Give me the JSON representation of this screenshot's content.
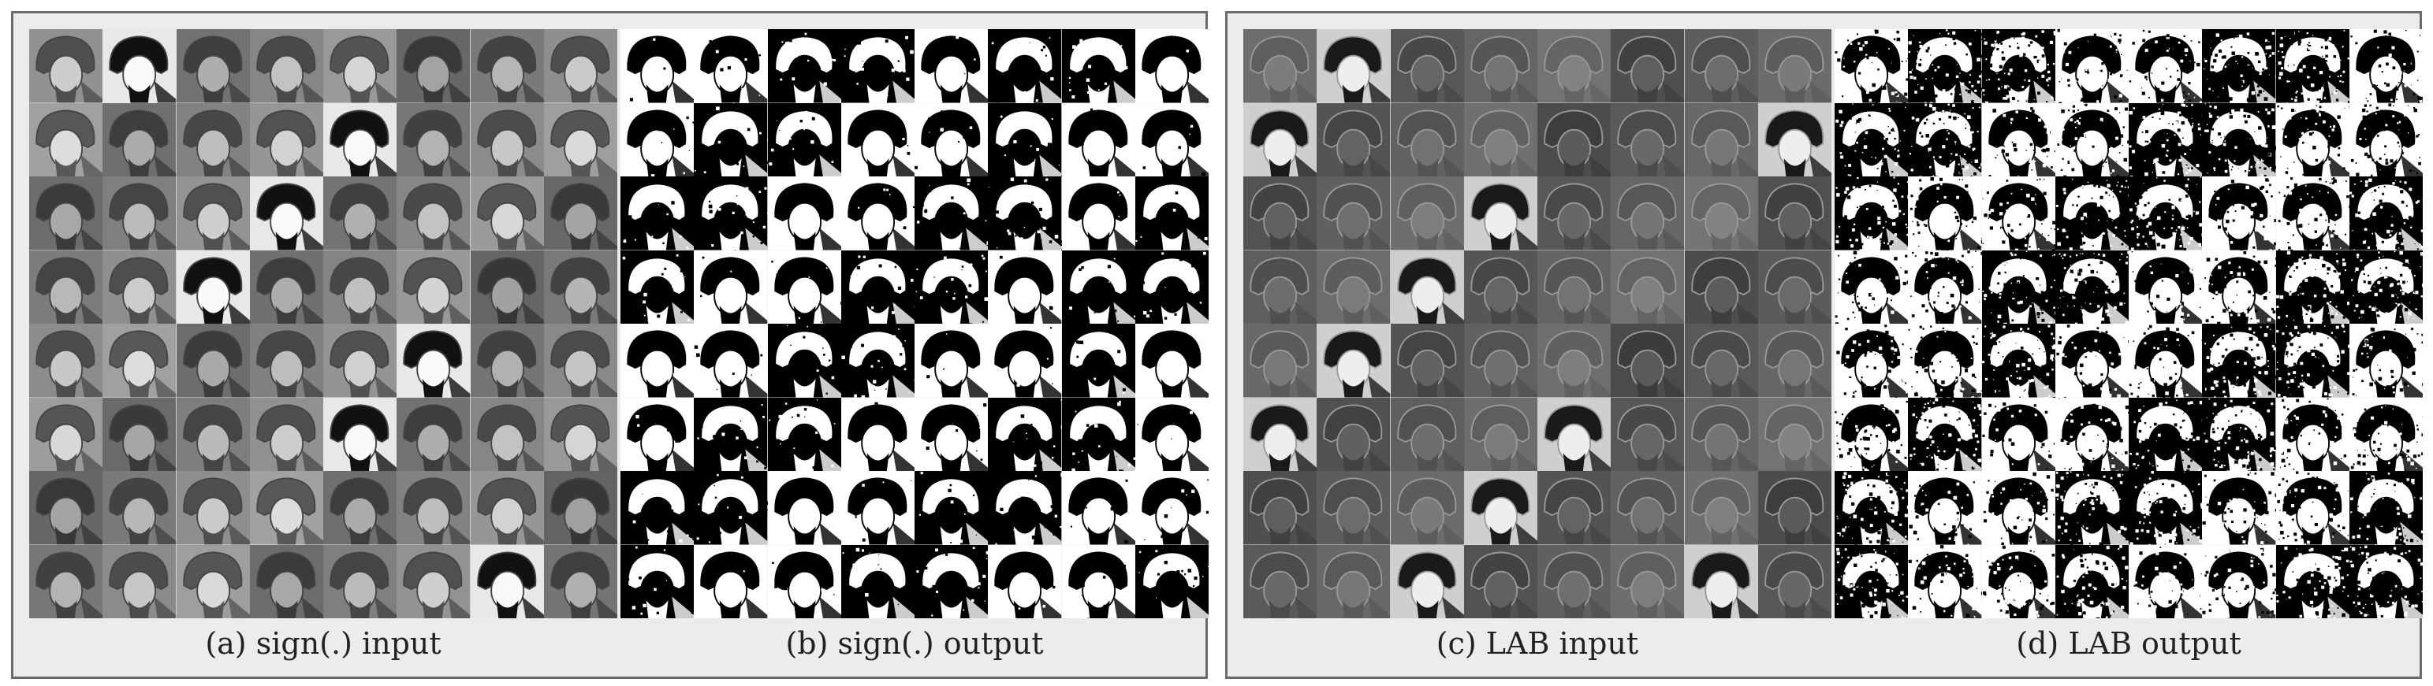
{
  "captions": {
    "a": "(a) sign(.) input",
    "b": "(b) sign(.) output",
    "c": "(c) LAB input",
    "d": "(d) LAB output"
  },
  "colors": {
    "panel_border": "#6b6b6b",
    "panel_bg": "#ececec",
    "gray_dark": "#3a3a3a",
    "gray_mid": "#777777",
    "gray_light": "#b5b5b5"
  }
}
